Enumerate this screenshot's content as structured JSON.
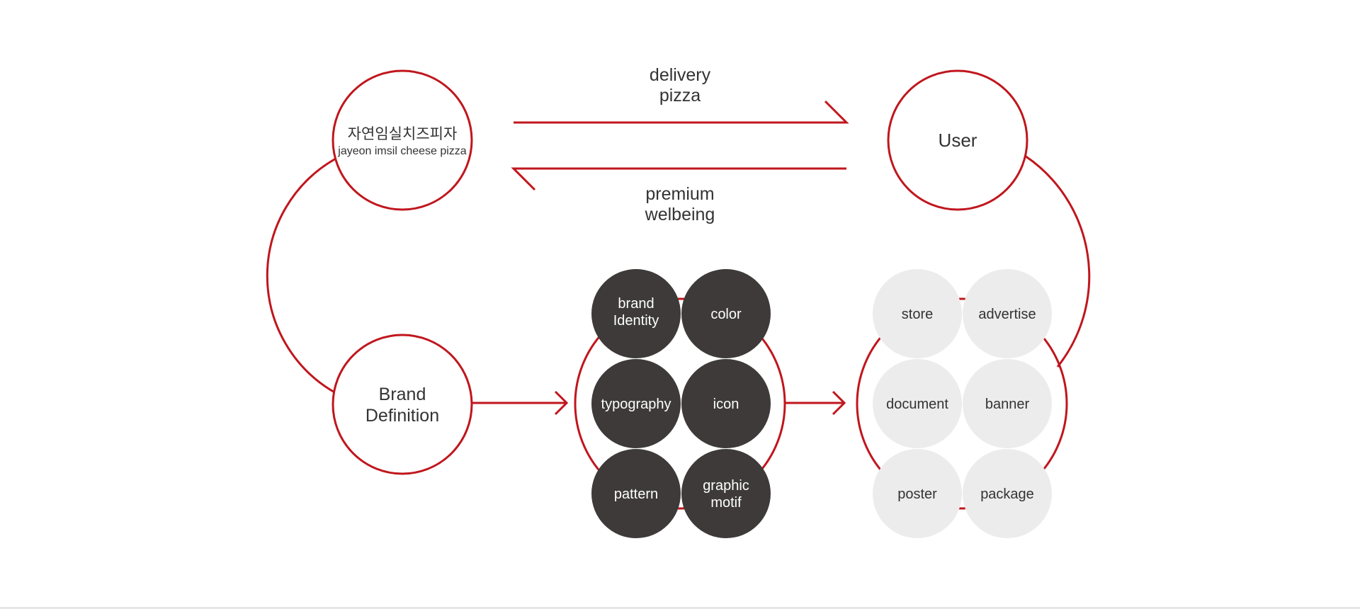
{
  "colors": {
    "accent": "#c0161d",
    "dark_node": "#3d3a39",
    "light_node": "#ececec",
    "text": "#333333"
  },
  "nodes": {
    "brand": {
      "korean": "자연임실치즈피자",
      "english": "jayeon imsil cheese pizza"
    },
    "user": {
      "label": "User"
    },
    "definition": {
      "line1": "Brand",
      "line2": "Definition"
    }
  },
  "flows": {
    "to_user": {
      "line1": "delivery",
      "line2": "pizza"
    },
    "to_brand": {
      "line1": "premium",
      "line2": "welbeing"
    }
  },
  "identity_elements": [
    {
      "line1": "brand",
      "line2": "Identity"
    },
    {
      "line1": "color",
      "line2": ""
    },
    {
      "line1": "typography",
      "line2": ""
    },
    {
      "line1": "icon",
      "line2": ""
    },
    {
      "line1": "pattern",
      "line2": ""
    },
    {
      "line1": "graphic",
      "line2": "motif"
    }
  ],
  "applications": [
    {
      "label": "store"
    },
    {
      "label": "advertise"
    },
    {
      "label": "document"
    },
    {
      "label": "banner"
    },
    {
      "label": "poster"
    },
    {
      "label": "package"
    }
  ]
}
